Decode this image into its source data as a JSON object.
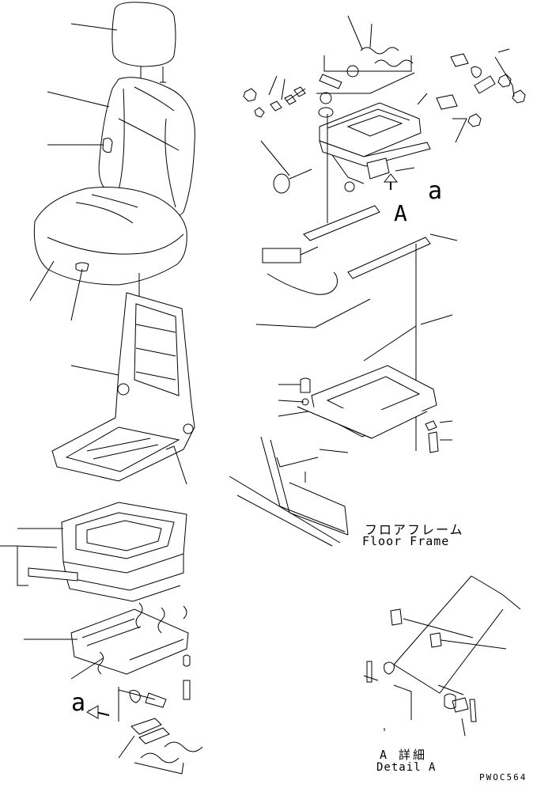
{
  "labels": {
    "view_ref_left": "a",
    "view_ref_right": "a",
    "view_mark": "A",
    "floor_frame_jp": "フロアフレーム",
    "floor_frame_en": "Floor Frame",
    "detail_jp": "A 詳細",
    "detail_en": "Detail A",
    "drawing_code": "PWOC564"
  },
  "icons": [
    "headrest-icon",
    "seat-back-icon",
    "seat-cushion-icon",
    "seat-frame-icon",
    "suspension-icon",
    "slide-rail-icon",
    "mounting-bracket-icon",
    "floor-frame-icon",
    "detail-a-linkage-icon",
    "view-arrow-icon"
  ]
}
